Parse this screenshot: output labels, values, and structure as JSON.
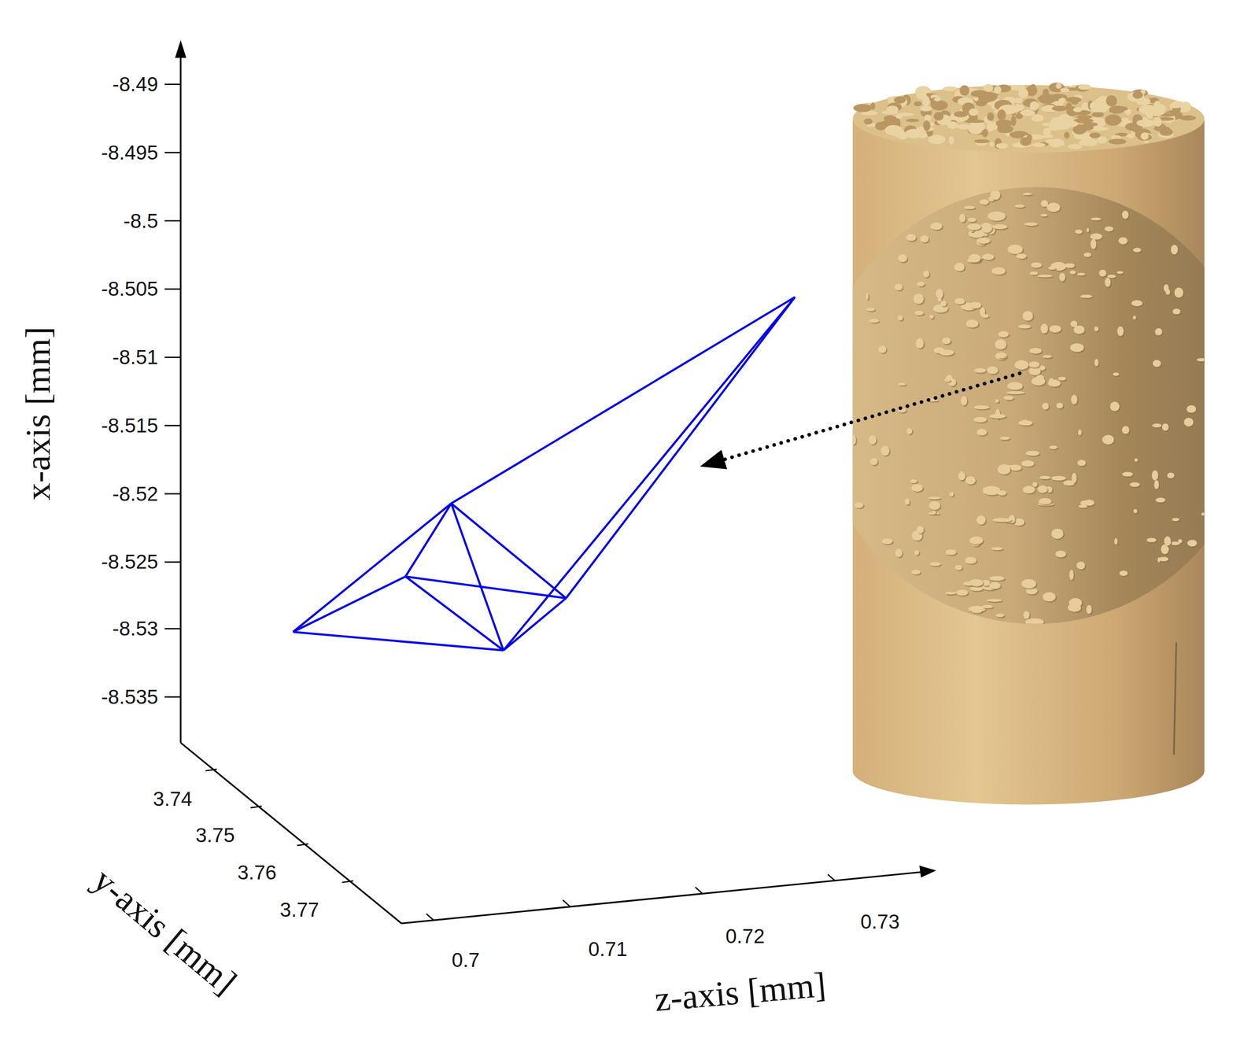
{
  "diagram": {
    "labels": [
      "-8.49",
      "-8.495",
      "-8.5",
      "-8.505",
      "-8.51",
      "-8.515",
      "-8.52",
      "-8.525",
      "-8.53",
      "-8.535",
      "x-axis [mm]",
      "3.74",
      "3.75",
      "3.76",
      "3.77",
      "y-axis [mm]",
      "0.7",
      "0.71",
      "0.72",
      "0.73",
      "z-axis [mm]"
    ]
  }
}
